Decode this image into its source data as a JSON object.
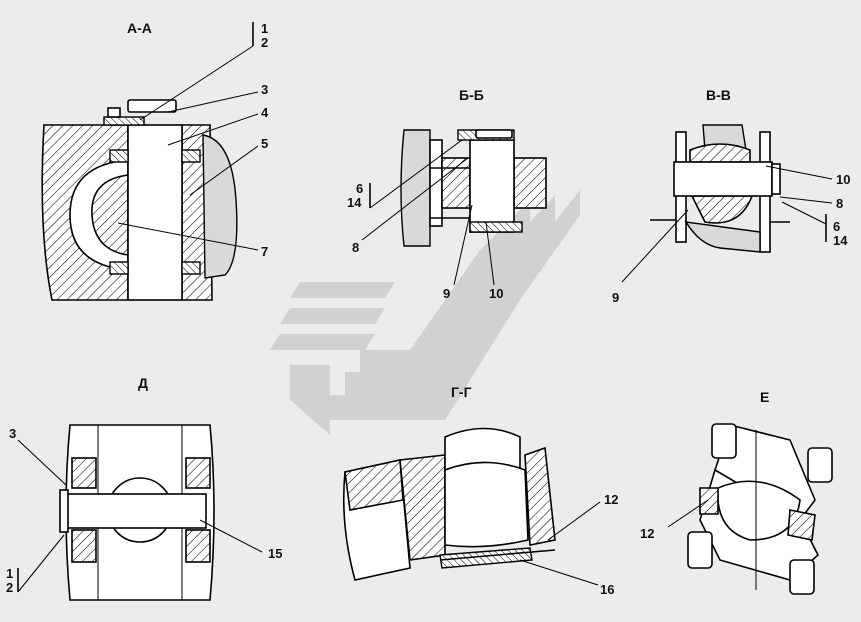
{
  "sections": {
    "aa": "А-А",
    "bb": "Б-Б",
    "vv": "В-В",
    "d": "Д",
    "gg": "Г-Г",
    "e": "Е"
  },
  "callouts": {
    "aa": [
      "1",
      "2",
      "3",
      "4",
      "5",
      "7"
    ],
    "bb": [
      "6",
      "14",
      "8",
      "9",
      "10"
    ],
    "vv": [
      "10",
      "8",
      "6",
      "14",
      "9"
    ],
    "d": [
      "3",
      "1",
      "2",
      "15"
    ],
    "gg": [
      "12",
      "16"
    ],
    "e": [
      "12"
    ]
  },
  "colors": {
    "background": "#ececec",
    "watermark": "#cfcfcf",
    "line": "#000000"
  },
  "watermark_icon": "stylized-stripes-logo"
}
